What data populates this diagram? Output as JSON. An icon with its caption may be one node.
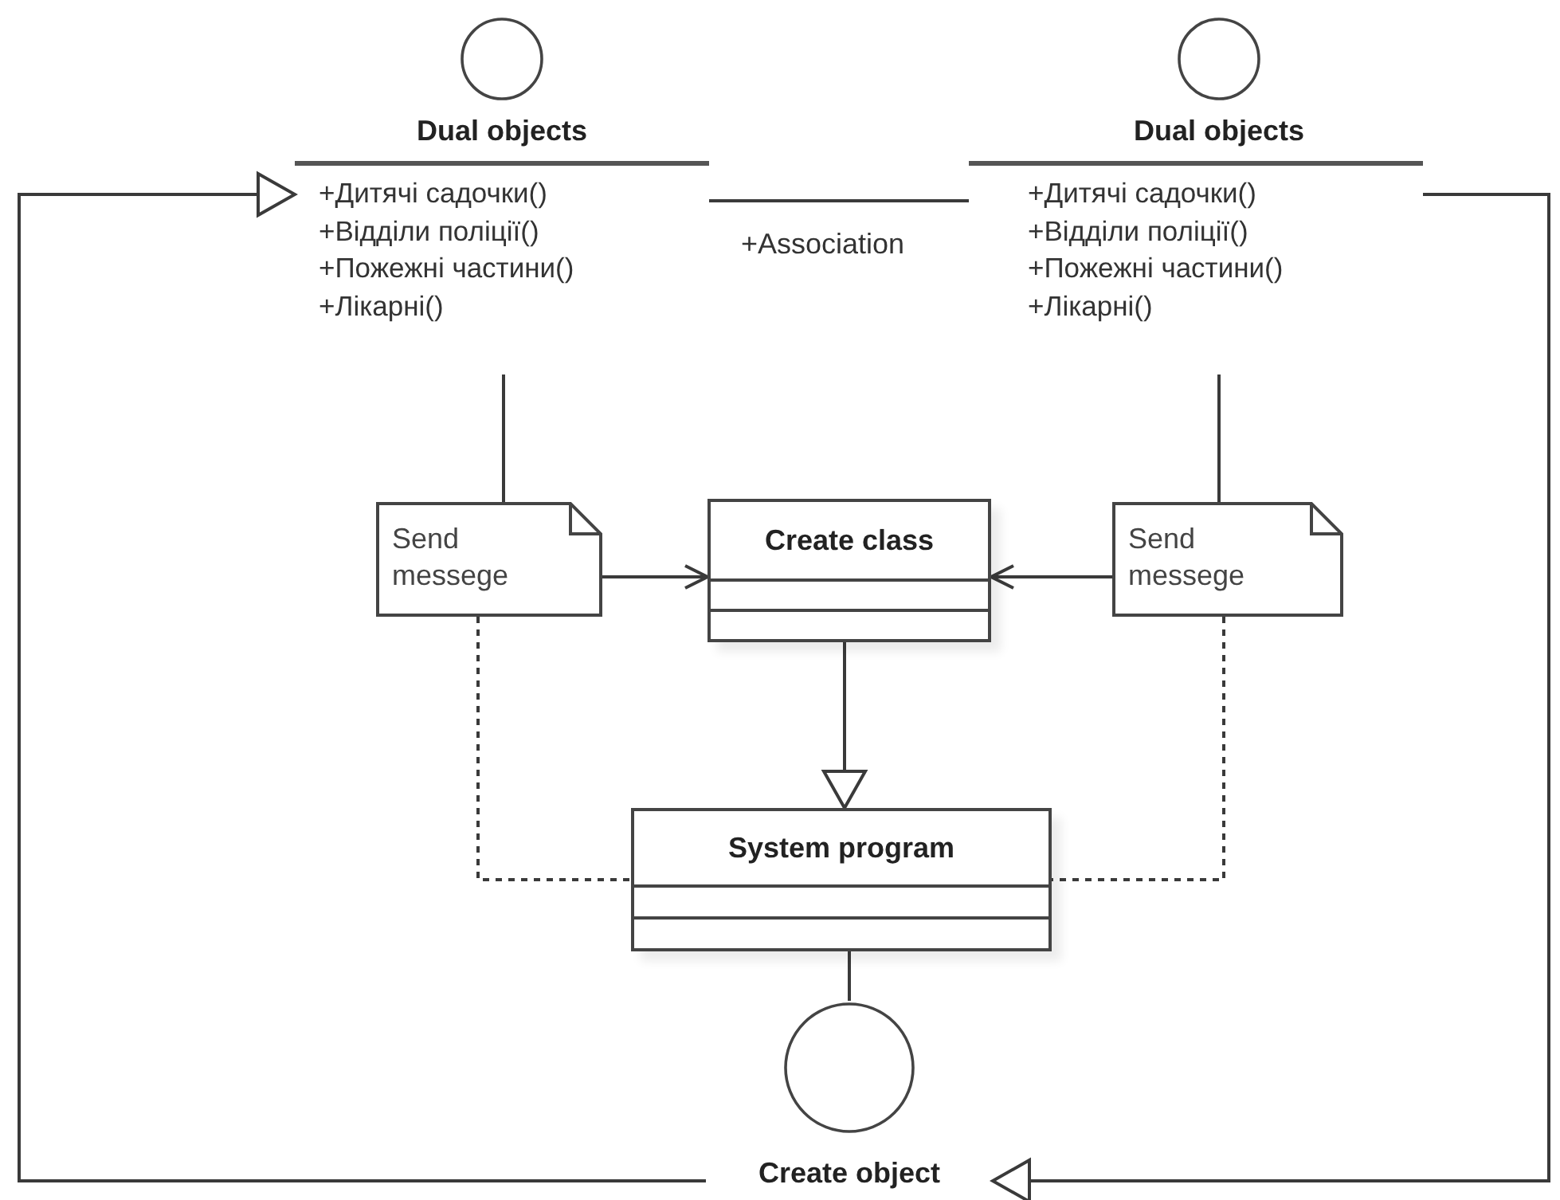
{
  "diagram": {
    "nodes": [
      {
        "text": [
          "Dual objects",
          "+Дитячі садочки()",
          "+Відділи поліції()",
          "+Пожежні частини()",
          "+Лікарні()"
        ]
      },
      {
        "text": [
          "Dual objects",
          "+Дитячі садочки()",
          "+Відділи поліції()",
          "+Пожежні частини()",
          "+Лікарні()"
        ]
      },
      {
        "text": [
          "Send messege"
        ]
      },
      {
        "text": [
          "Create class"
        ]
      },
      {
        "text": [
          "Send messege"
        ]
      },
      {
        "text": [
          "System program"
        ]
      },
      {
        "text": [
          "Create object"
        ]
      }
    ],
    "edges": [
      {
        "from": 6,
        "to": 0,
        "arrow": "to"
      },
      {
        "from": 0,
        "to": 1,
        "arrow": "none",
        "label": "+Association"
      },
      {
        "from": 1,
        "to": 6,
        "arrow": "to"
      },
      {
        "from": 0,
        "to": 2,
        "arrow": "none"
      },
      {
        "from": 1,
        "to": 4,
        "arrow": "none"
      },
      {
        "from": 2,
        "to": 3,
        "arrow": "to"
      },
      {
        "from": 4,
        "to": 3,
        "arrow": "to"
      },
      {
        "from": 3,
        "to": 5,
        "arrow": "to"
      },
      {
        "from": 2,
        "to": 5,
        "arrow": "none",
        "style": "dashed"
      },
      {
        "from": 4,
        "to": 5,
        "arrow": "none",
        "style": "dashed"
      },
      {
        "from": 5,
        "to": 6,
        "arrow": "none"
      }
    ]
  }
}
